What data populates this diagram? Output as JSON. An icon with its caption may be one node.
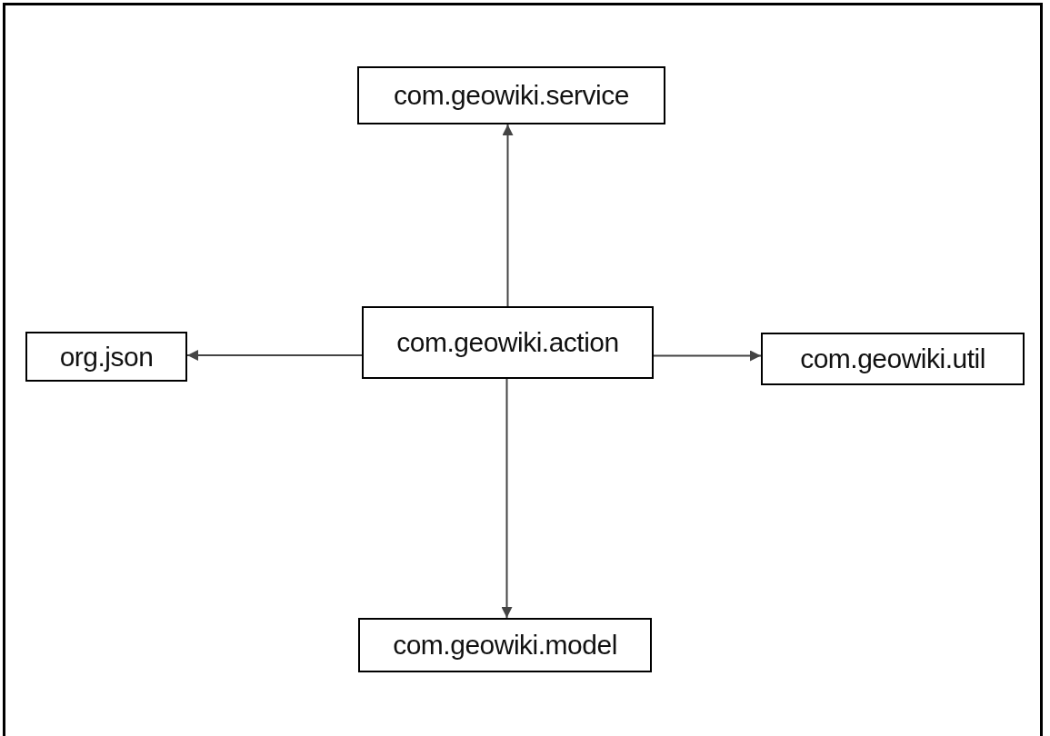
{
  "diagram": {
    "nodes": [
      {
        "text": [
          "com.geowiki.action"
        ]
      },
      {
        "text": [
          "com.geowiki.service"
        ]
      },
      {
        "text": [
          "org.json"
        ]
      },
      {
        "text": [
          "com.geowiki.util"
        ]
      },
      {
        "text": [
          "com.geowiki.model"
        ]
      }
    ],
    "edges": [
      {
        "from": 0,
        "to": 1,
        "arrow": "to"
      },
      {
        "from": 0,
        "to": 2,
        "arrow": "to"
      },
      {
        "from": 0,
        "to": 3,
        "arrow": "to"
      },
      {
        "from": 0,
        "to": 4,
        "arrow": "to"
      }
    ]
  }
}
